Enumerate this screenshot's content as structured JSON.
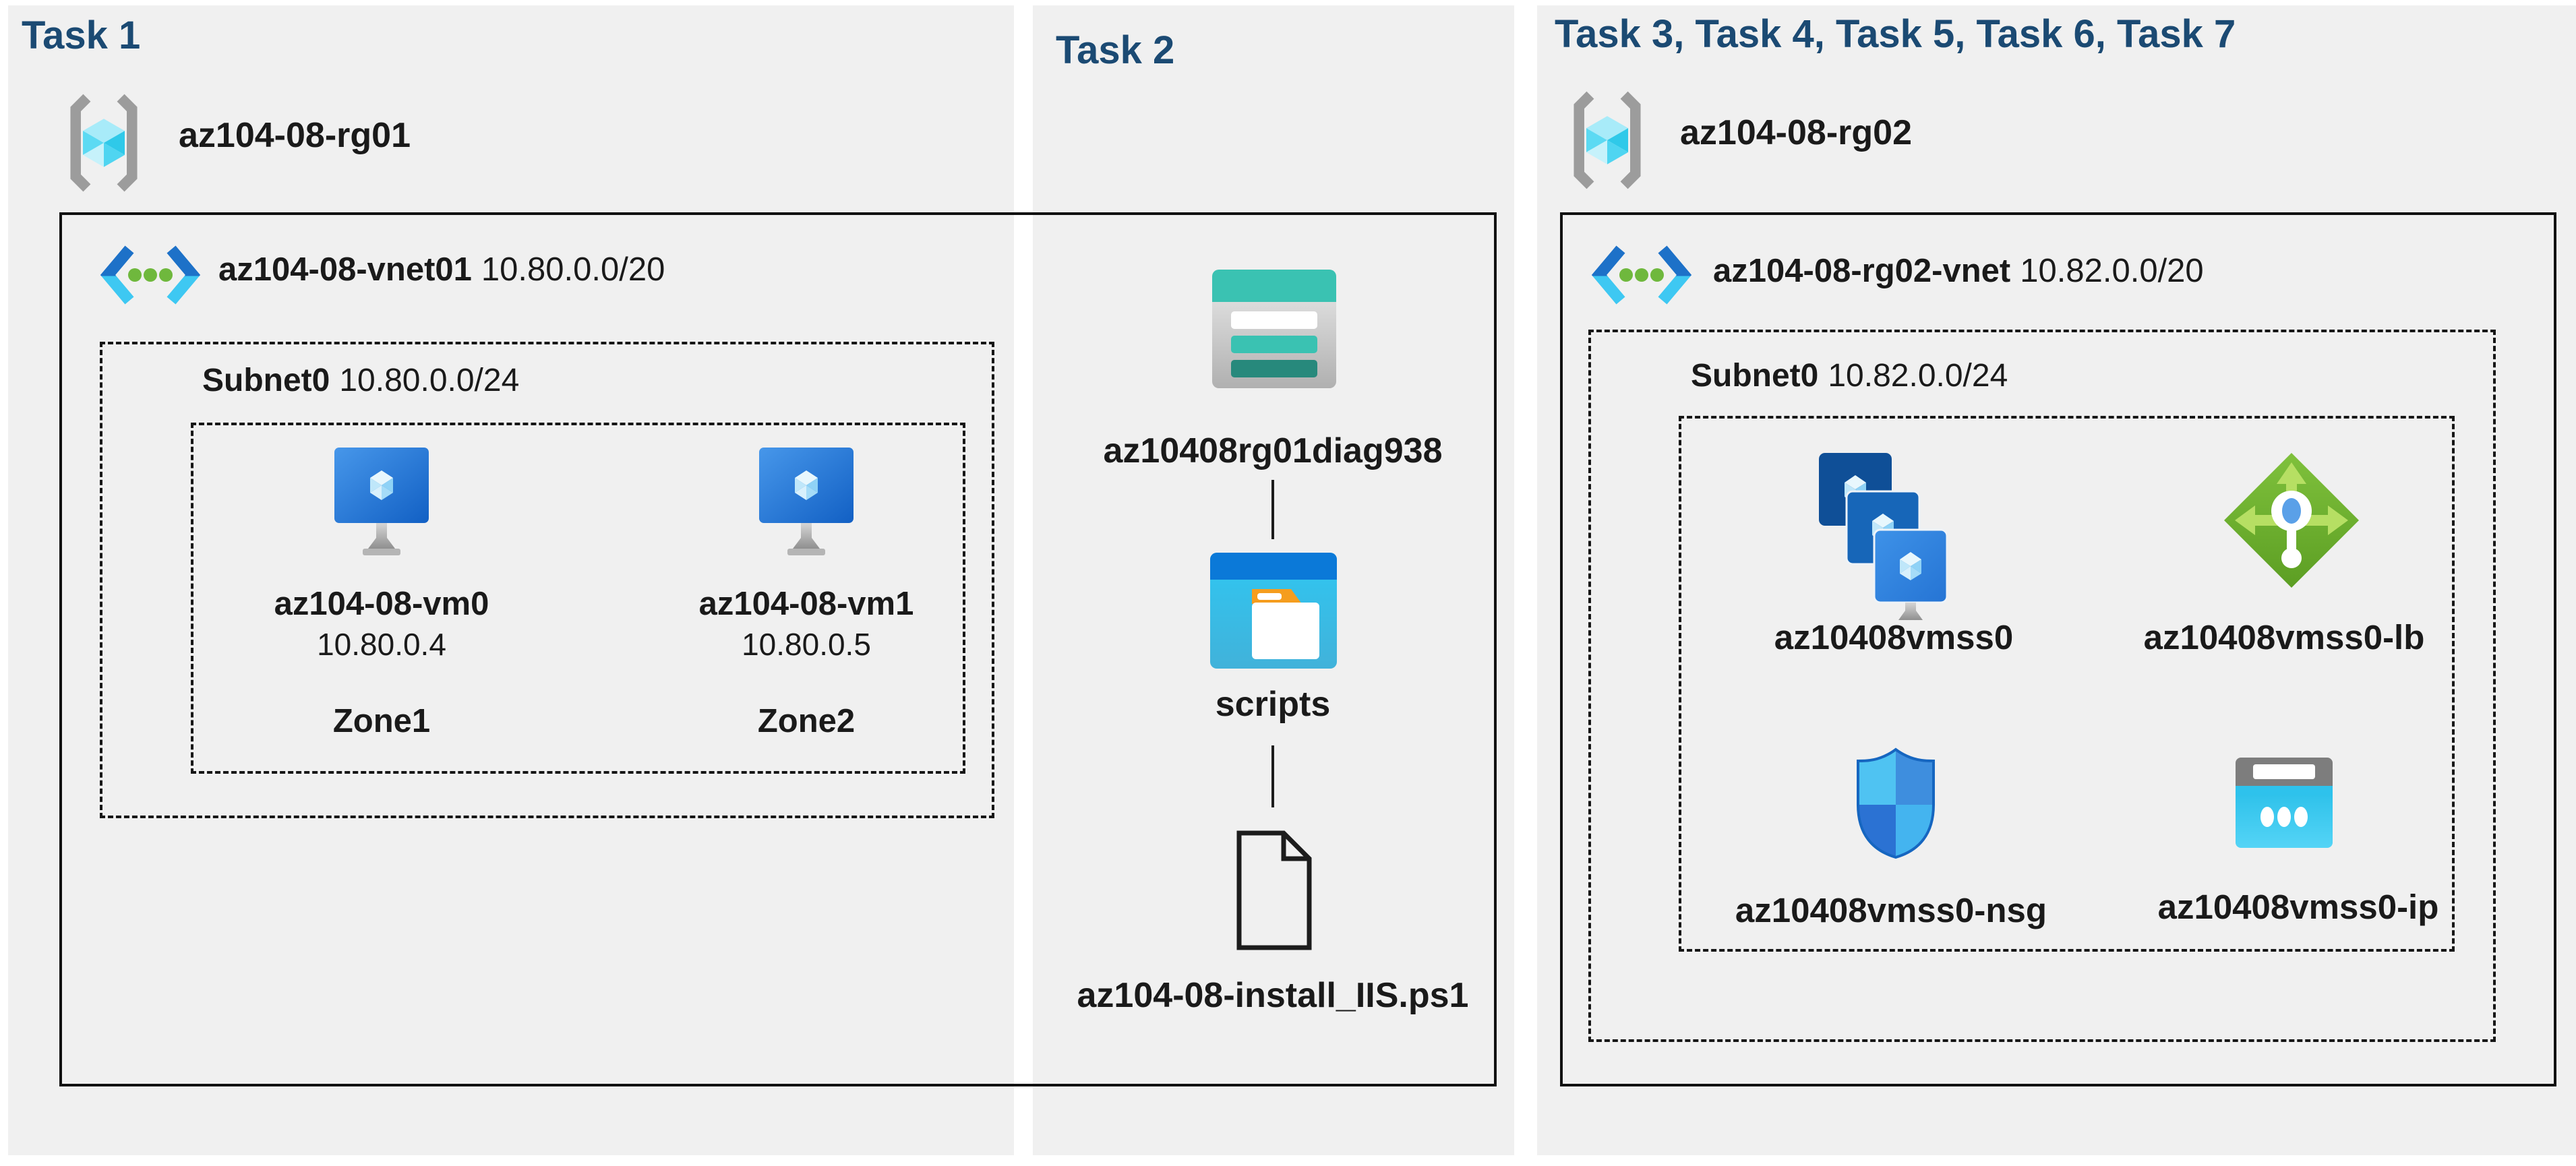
{
  "colors": {
    "title_blue": "#1b4a73",
    "panel_gray": "#f0f0f0",
    "text_black": "#1a1a1a",
    "storage_teal": "#3ac2b2",
    "folder_blue": "#0b79d8",
    "vm_blue": "#1d6bc9",
    "lb_green": "#6cb32e",
    "nsg_blue": "#3e8ede",
    "ip_cyan": "#35c8ef"
  },
  "task1": {
    "title": "Task 1",
    "resource_group": "az104-08-rg01",
    "vnet": {
      "name": "az104-08-vnet01",
      "cidr": "10.80.0.0/20"
    },
    "subnet": {
      "name": "Subnet0",
      "cidr": "10.80.0.0/24"
    },
    "vms": [
      {
        "name": "az104-08-vm0",
        "ip": "10.80.0.4",
        "zone": "Zone1"
      },
      {
        "name": "az104-08-vm1",
        "ip": "10.80.0.5",
        "zone": "Zone2"
      }
    ]
  },
  "task2": {
    "title": "Task 2",
    "storage_account": "az10408rg01diag938",
    "container": "scripts",
    "file": "az104-08-install_IIS.ps1"
  },
  "task3": {
    "title": "Task 3, Task 4, Task 5, Task 6, Task 7",
    "resource_group": "az104-08-rg02",
    "vnet": {
      "name": "az104-08-rg02-vnet",
      "cidr": "10.82.0.0/20"
    },
    "subnet": {
      "name": "Subnet0",
      "cidr": "10.82.0.0/24"
    },
    "resources": [
      {
        "name": "az10408vmss0",
        "type": "vm-scale-set"
      },
      {
        "name": "az10408vmss0-lb",
        "type": "load-balancer"
      },
      {
        "name": "az10408vmss0-nsg",
        "type": "network-security-group"
      },
      {
        "name": "az10408vmss0-ip",
        "type": "public-ip"
      }
    ]
  }
}
